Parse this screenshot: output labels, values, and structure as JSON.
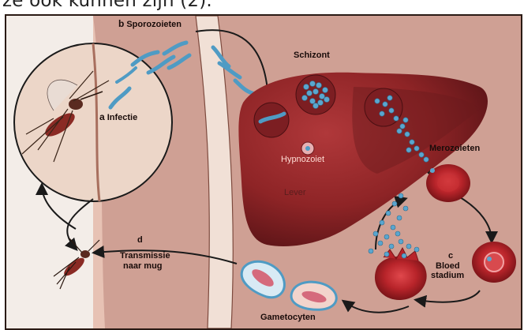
{
  "caption": "ze ook kunnen zijn (2).",
  "labels": {
    "sporozoites": {
      "code": "b",
      "text": "Sporozoieten"
    },
    "infection": {
      "code": "a",
      "text": "Infectie"
    },
    "schizont": "Schizont",
    "hypnozoite": "Hypnozoiet",
    "liver": "Lever",
    "merozoites": "Merozoieten",
    "transmission_code": "d",
    "transmission_line1": "Transmissie",
    "transmission_line2": "naar mug",
    "blood_code": "c",
    "blood_line1": "Bloed",
    "blood_line2": "stadium",
    "gametocytes": "Gametocyten"
  },
  "colors": {
    "background_skin": "#cfa094",
    "liver": "#8e2426",
    "red_cell": "#b8242a",
    "parasite": "#4f9bc4",
    "arrow": "#1a1a1a"
  }
}
